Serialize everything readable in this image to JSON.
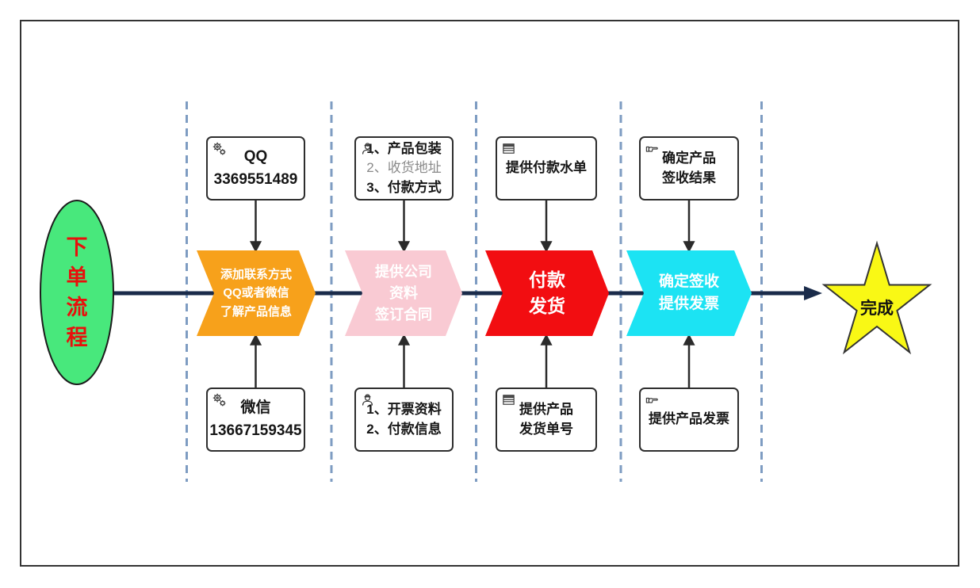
{
  "diagram": {
    "start": {
      "label": "下单流程",
      "label_chars": [
        "下",
        "单",
        "流",
        "程"
      ]
    },
    "finish": {
      "label": "完成"
    },
    "phases": [
      {
        "top_note": {
          "icon": "gears-icon",
          "lines": [
            "QQ",
            "3369551489"
          ]
        },
        "step": {
          "lines": [
            "添加联系方式",
            "QQ或者微信",
            "了解产品信息"
          ]
        },
        "bottom_note": {
          "icon": "gears-icon",
          "lines": [
            "微信",
            "13667159345"
          ]
        }
      },
      {
        "top_note": {
          "icon": "worker-icon",
          "lines": [
            "1、产品包装",
            "2、收货地址",
            "3、付款方式"
          ]
        },
        "step": {
          "lines": [
            "提供公司",
            "资料",
            "签订合同"
          ]
        },
        "bottom_note": {
          "icon": "worker-icon",
          "lines": [
            "1、开票资料",
            "2、付款信息"
          ]
        }
      },
      {
        "top_note": {
          "icon": "table-icon",
          "lines": [
            "提供付款水单"
          ]
        },
        "step": {
          "lines": [
            "付款",
            "发货"
          ]
        },
        "bottom_note": {
          "icon": "table-icon",
          "lines": [
            "提供产品",
            "发货单号"
          ]
        }
      },
      {
        "top_note": {
          "icon": "hand-icon",
          "lines": [
            "确定产品",
            "签收结果"
          ]
        },
        "step": {
          "lines": [
            "确定签收",
            "提供发票"
          ]
        },
        "bottom_note": {
          "icon": "hand-icon",
          "lines": [
            "提供产品发票"
          ]
        }
      }
    ]
  },
  "colors": {
    "step_1": "#F7A11B",
    "step_2": "#F9CAD3",
    "step_3": "#F20D11",
    "step_4": "#1CE3F3",
    "start_fill": "#48E87C",
    "start_text": "#E8100C",
    "finish_fill": "#F9F815",
    "flow_line": "#1A2B4A",
    "lane_divider": "#7E9CC2",
    "note_border": "#2E2E2E",
    "muted_text": "#8A8A8A"
  }
}
